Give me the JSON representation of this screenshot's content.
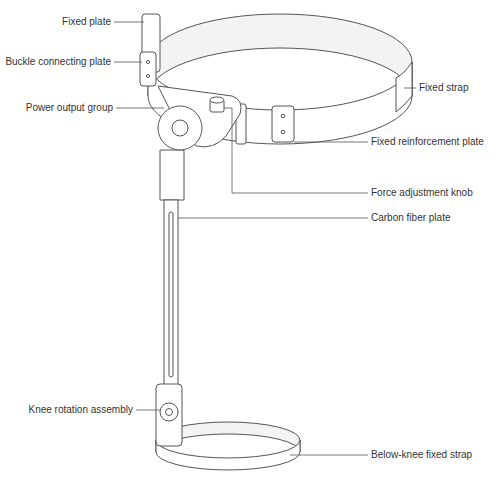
{
  "diagram": {
    "labels": [
      "Fixed plate",
      "Buckle connecting plate",
      "Fixed strap",
      "Power output group",
      "Fixed reinforcement plate",
      "Force adjustment knob",
      "Carbon fiber plate",
      "Knee rotation assembly",
      "Below-knee fixed strap"
    ]
  }
}
